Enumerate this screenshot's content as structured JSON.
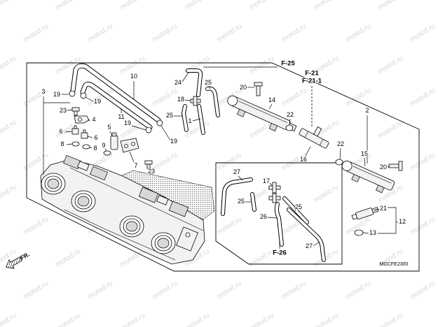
{
  "watermark": "motod.ru",
  "diagram_code": "MGCFE2300",
  "direction_label": "FR.",
  "references": {
    "f25": "F-25",
    "f21": "F-21",
    "f21_1": "F-21-1",
    "f26": "F-26"
  },
  "callouts": [
    "10",
    "11",
    "3",
    "19",
    "19",
    "23",
    "4",
    "6",
    "6",
    "8",
    "8",
    "5",
    "9",
    "7",
    "19",
    "19",
    "23",
    "24",
    "25",
    "18",
    "25",
    "1",
    "20",
    "14",
    "22",
    "2",
    "16",
    "22",
    "15",
    "20",
    "21",
    "12",
    "13",
    "27",
    "17",
    "25",
    "25",
    "26",
    "27"
  ],
  "colors": {
    "line": "#000000",
    "part_fill": "#f2f2f2",
    "shade": "#777777",
    "watermark": "#d6d6d6"
  },
  "icons": {
    "direction_arrow": "front-arrow-icon"
  }
}
